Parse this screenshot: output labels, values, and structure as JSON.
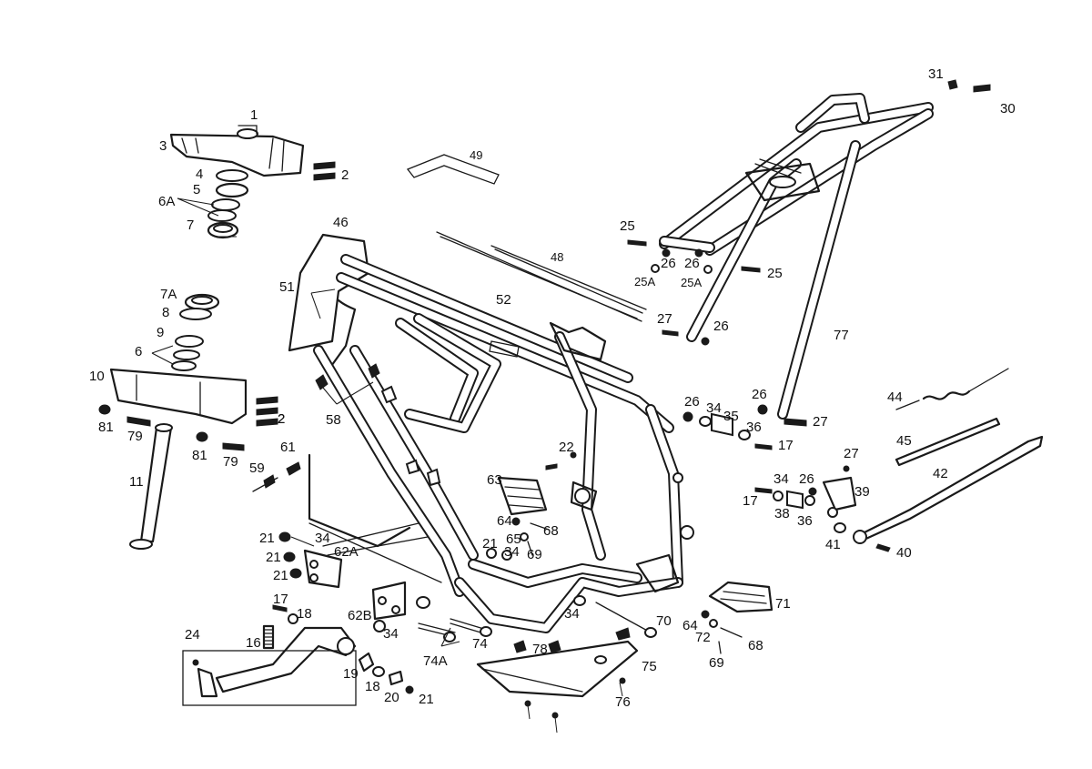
{
  "labels": [
    "1",
    "2",
    "3",
    "4",
    "5",
    "6A",
    "7",
    "2",
    "46",
    "49",
    "48",
    "52",
    "51",
    "7A",
    "8",
    "9",
    "6",
    "10",
    "81",
    "79",
    "81",
    "79",
    "2",
    "11",
    "58",
    "59",
    "61",
    "62A",
    "34",
    "21",
    "21",
    "21",
    "17",
    "18",
    "16",
    "24",
    "19",
    "18",
    "20",
    "21",
    "62B",
    "34",
    "74A",
    "74",
    "78",
    "75",
    "76",
    "70",
    "34",
    "63",
    "64",
    "65",
    "68",
    "69",
    "21",
    "34",
    "22",
    "71",
    "64",
    "72",
    "68",
    "69",
    "31",
    "30",
    "25",
    "26",
    "25A",
    "26",
    "25A",
    "25",
    "27",
    "26",
    "77",
    "26",
    "34",
    "35",
    "36",
    "26",
    "27",
    "17",
    "44",
    "45",
    "42",
    "27",
    "39",
    "26",
    "34",
    "17",
    "38",
    "36",
    "41",
    "40"
  ]
}
